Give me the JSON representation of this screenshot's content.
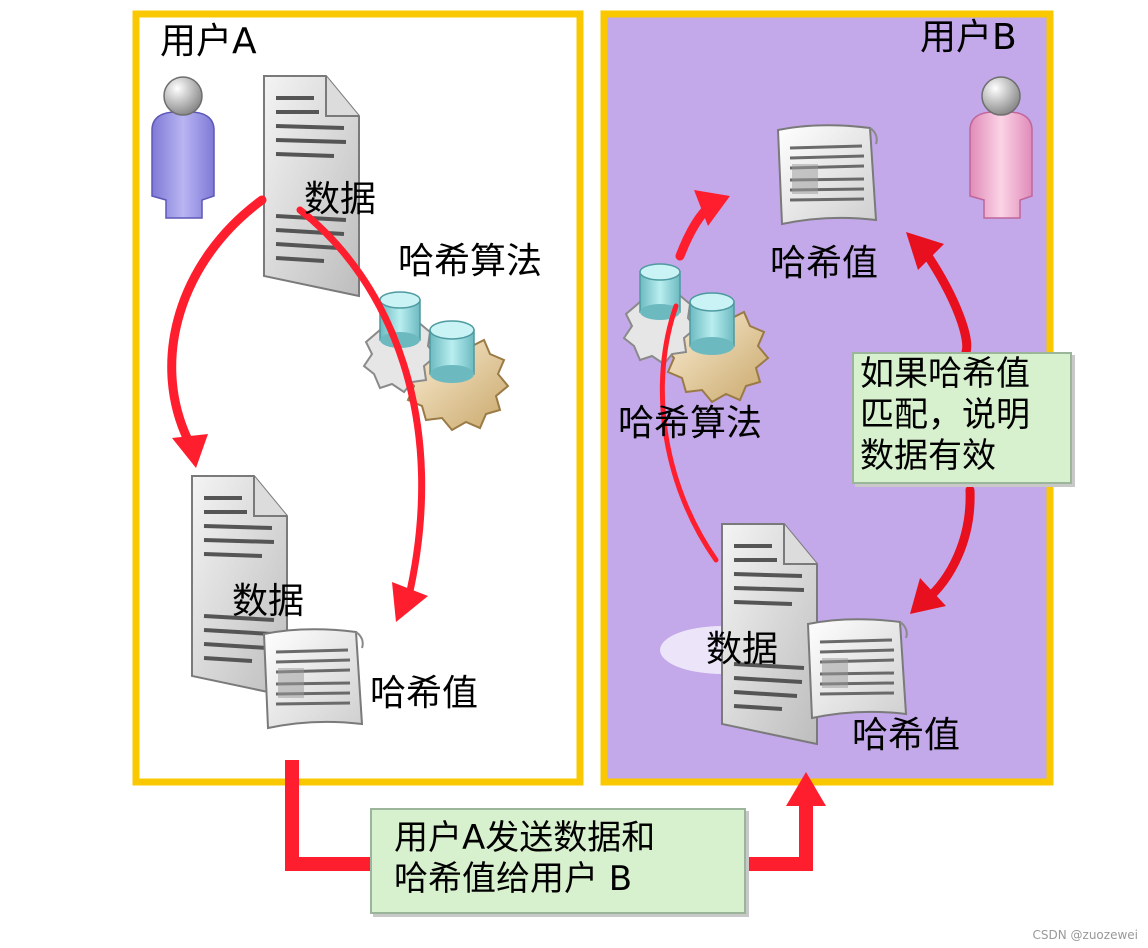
{
  "user_a": {
    "title": "用户A"
  },
  "user_b": {
    "title": "用户B"
  },
  "labels": {
    "data_a_top": "数据",
    "hash_algo_a": "哈希算法",
    "data_a_bottom": "数据",
    "hash_value_a": "哈希值",
    "hash_value_b_top": "哈希值",
    "hash_algo_b": "哈希算法",
    "data_b_bottom": "数据",
    "hash_value_b_bottom": "哈希值"
  },
  "match_note": {
    "lines": [
      "如果哈希值",
      "匹配，说明",
      "数据有效"
    ]
  },
  "transfer_note": {
    "lines": [
      "用户A发送数据和",
      "哈希值给用户 B"
    ]
  },
  "watermark": "CSDN @zuozewei",
  "colors": {
    "frame_border": "#f9c800",
    "panel_b_bg": "#c3a9ea",
    "arrow_red": "#ff1e2e",
    "note_bg": "#d7f0cd",
    "person_a": "#a8a3e8",
    "person_b": "#f5b8d6",
    "gear_teal": "#8fd2d6"
  },
  "icons": [
    "person-a-icon",
    "person-b-icon",
    "document-icon",
    "hash-sheet-icon",
    "gear-icon",
    "arrow-icon"
  ]
}
